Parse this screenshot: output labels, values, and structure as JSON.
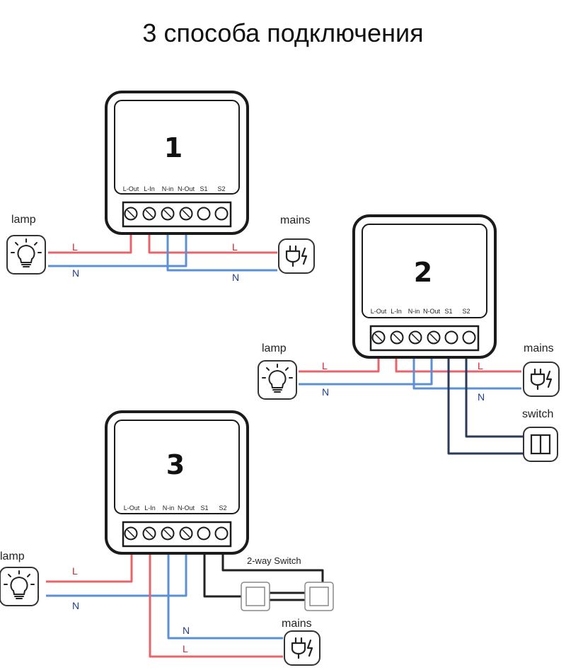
{
  "title": "3 способа подключения",
  "terminals": [
    "L-Out",
    "L-In",
    "N-in",
    "N-Out",
    "S1",
    "S2"
  ],
  "labels": {
    "lamp": "lamp",
    "mains": "mains",
    "switch": "switch",
    "two_way_switch": "2-way Switch",
    "L": "L",
    "N": "N"
  },
  "diagrams": [
    {
      "number": "1"
    },
    {
      "number": "2"
    },
    {
      "number": "3"
    }
  ],
  "colors": {
    "live": "#e8646a",
    "neutral": "#5b8fd6",
    "label_live": "#c8282e",
    "label_neutral": "#1f3f8f",
    "switch_wire": "#2a3a5a",
    "device_outline": "#1b1b1b"
  },
  "icons": [
    "lamp-icon",
    "mains-plug-icon",
    "switch-icon",
    "two-way-switch-icon"
  ]
}
